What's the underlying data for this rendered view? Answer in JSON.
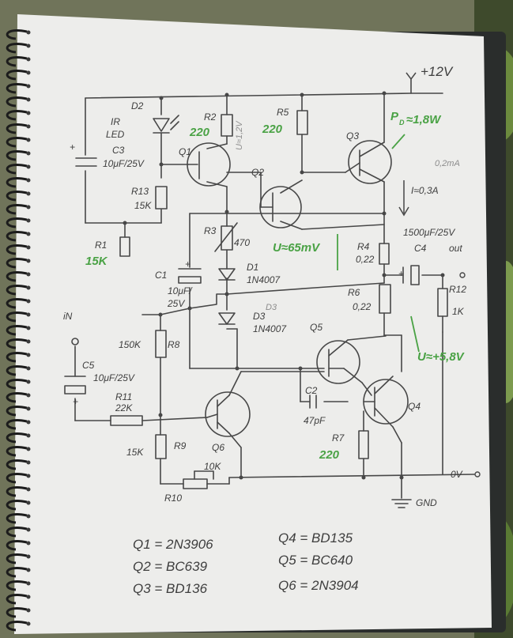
{
  "supply": {
    "vplus": "+12V",
    "vzero": "0V",
    "gnd": "GND",
    "out": "out",
    "in": "iN"
  },
  "notes": {
    "pd": "P",
    "pd_sub": "D",
    "pd_val": "≈1,8W",
    "iq": "I≈0,3A",
    "u65": "U≈65mV",
    "u58": "U≈+5,8V",
    "r2_side": "U≈1,2V",
    "faint1": "0,2mA"
  },
  "components": {
    "d2": "D2",
    "ir": "IR",
    "led": "LED",
    "c3": "C3",
    "c3_val": "10μF/25V",
    "r2": "R2",
    "r2_val": "220",
    "r5": "R5",
    "r5_val": "220",
    "q1": "Q1",
    "q2": "Q2",
    "q3": "Q3",
    "q4": "Q4",
    "q5": "Q5",
    "q6": "Q6",
    "r13": "R13",
    "r13_val": "15K",
    "r1": "R1",
    "r1_val": "15K",
    "r3": "R3",
    "r3_val": "470",
    "d1": "D1",
    "d1_val": "1N4007",
    "d3": "D3",
    "d3_val": "1N4007",
    "d3_faint": "D3",
    "c1": "C1",
    "c1_val1": "10μF/",
    "c1_val2": "25V",
    "r4": "R4",
    "r4_val": "0,22",
    "r6": "R6",
    "r6_val": "0,22",
    "c4": "C4",
    "c4_val": "1500μF/25V",
    "r12": "R12",
    "r12_val": "1K",
    "c5": "C5",
    "c5_val": "10μF/25V",
    "r8": "R8",
    "r8_val": "150K",
    "r11": "R11",
    "r11_val": "22K",
    "c2": "C2",
    "c2_val": "47pF",
    "r7": "R7",
    "r7_val": "220",
    "r9": "R9",
    "r9_val": "15K",
    "r10": "R10",
    "r10_val": "10K",
    "plus": "+",
    "minus": "—"
  },
  "bom": [
    {
      "left": "Q1 = 2N3906",
      "right": "Q4 = BD135"
    },
    {
      "left": "Q2 = BC639",
      "right": "Q5 = BC640"
    },
    {
      "left": "Q3 = BD136",
      "right": "Q6 = 2N3904"
    }
  ]
}
